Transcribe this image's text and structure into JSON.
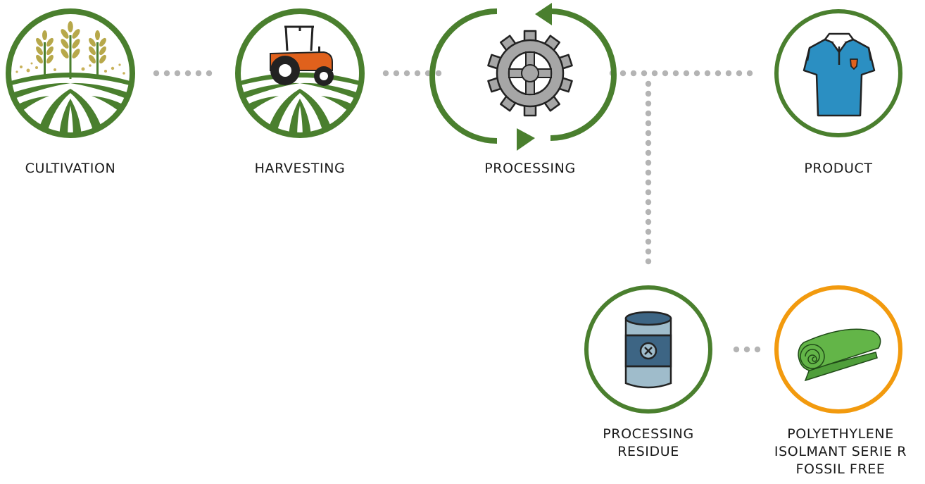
{
  "colors": {
    "green": "#4a7f2e",
    "orange": "#f29a0e",
    "connector": "#b4b4b4",
    "gear": "#a6a6a6",
    "tractor": "#e0611c",
    "shirt": "#2b8fc2",
    "barrel_light": "#9fbccb",
    "barrel_dark": "#3d6584",
    "roll": "#63b548",
    "wheat": "#b7a84a"
  },
  "nodes": {
    "cultivation": {
      "label": "CULTIVATION",
      "icon": "wheat-field-icon"
    },
    "harvesting": {
      "label": "HARVESTING",
      "icon": "tractor-field-icon"
    },
    "processing": {
      "label": "PROCESSING",
      "icon": "gear-cycle-icon"
    },
    "product": {
      "label": "PRODUCT",
      "icon": "polo-shirt-icon"
    },
    "residue": {
      "lines": [
        "PROCESSING",
        "RESIDUE"
      ],
      "icon": "waste-barrel-icon"
    },
    "isolmant": {
      "lines": [
        "POLYETHYLENE",
        "ISOLMANT SERIE R",
        "FOSSIL FREE"
      ],
      "icon": "foam-roll-icon"
    }
  }
}
